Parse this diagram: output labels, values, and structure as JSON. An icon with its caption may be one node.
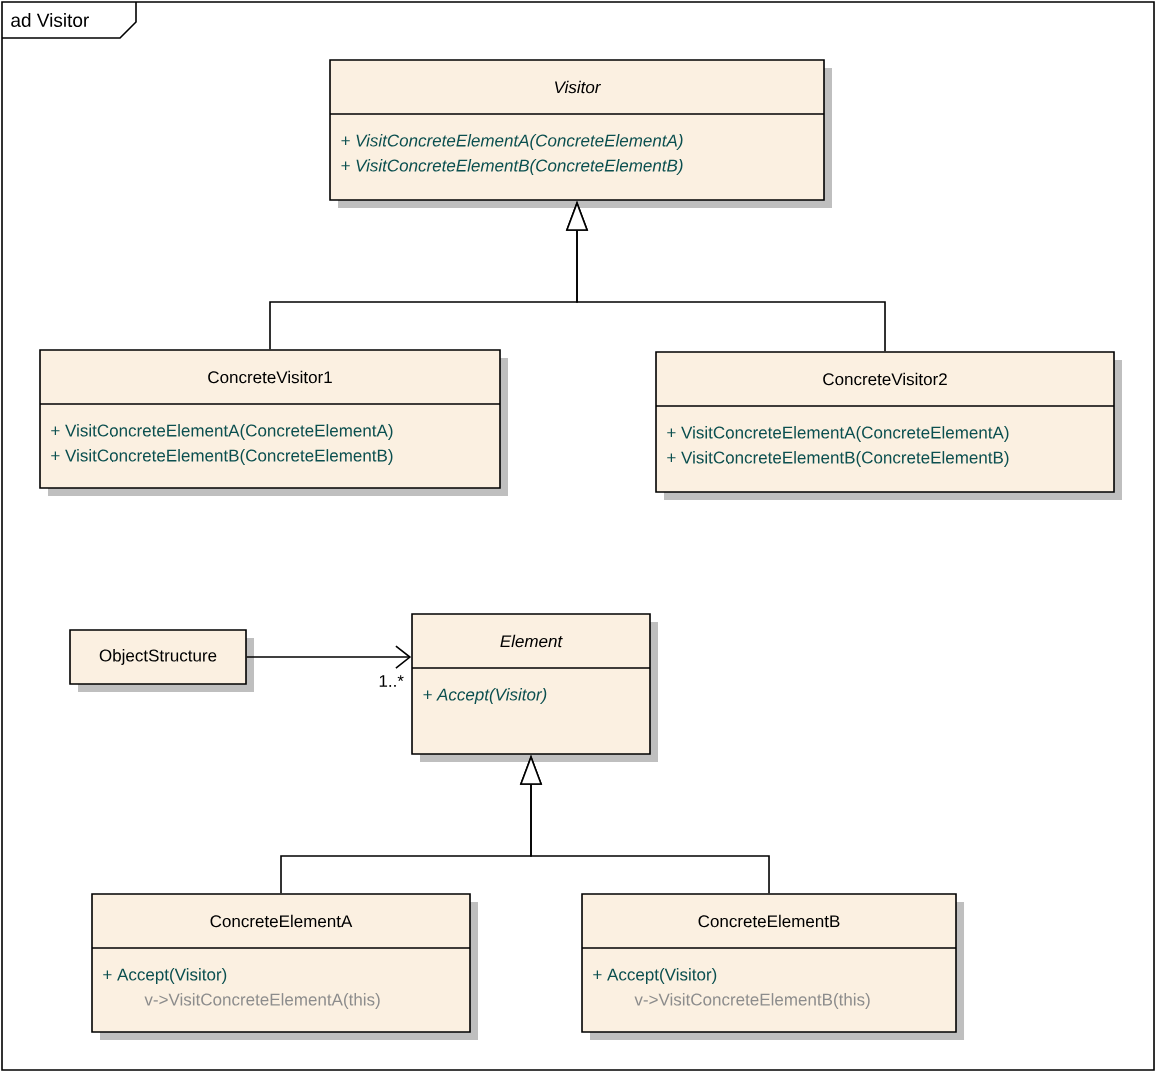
{
  "diagram": {
    "nodes": [
      {
        "text": [
          "ad Visitor"
        ]
      },
      {
        "text": [
          "Visitor",
          "+ VisitConcreteElementA(ConcreteElementA)",
          "+ VisitConcreteElementB(ConcreteElementB)"
        ],
        "in": 0
      },
      {
        "text": [
          "ConcreteVisitor1",
          "+ VisitConcreteElementA(ConcreteElementA)",
          "+ VisitConcreteElementB(ConcreteElementB)"
        ],
        "in": 0
      },
      {
        "text": [
          "ConcreteVisitor2",
          "+ VisitConcreteElementA(ConcreteElementA)",
          "+ VisitConcreteElementB(ConcreteElementB)"
        ],
        "in": 0
      },
      {
        "text": [
          "ObjectStructure"
        ],
        "in": 0
      },
      {
        "text": [
          "Element",
          "+ Accept(Visitor)"
        ],
        "in": 0
      },
      {
        "text": [
          "ConcreteElementA",
          "+ Accept(Visitor)",
          "v->VisitConcreteElementA(this)"
        ],
        "in": 0
      },
      {
        "text": [
          "ConcreteElementB",
          "+ Accept(Visitor)",
          "v->VisitConcreteElementB(this)"
        ],
        "in": 0
      }
    ],
    "edges": [
      {
        "from": 2,
        "to": 1,
        "arrow": "to"
      },
      {
        "from": 3,
        "to": 1,
        "arrow": "to"
      },
      {
        "from": 4,
        "to": 5,
        "arrow": "to",
        "label": "1..*"
      },
      {
        "from": 6,
        "to": 5,
        "arrow": "to"
      },
      {
        "from": 7,
        "to": 5,
        "arrow": "to"
      }
    ]
  }
}
